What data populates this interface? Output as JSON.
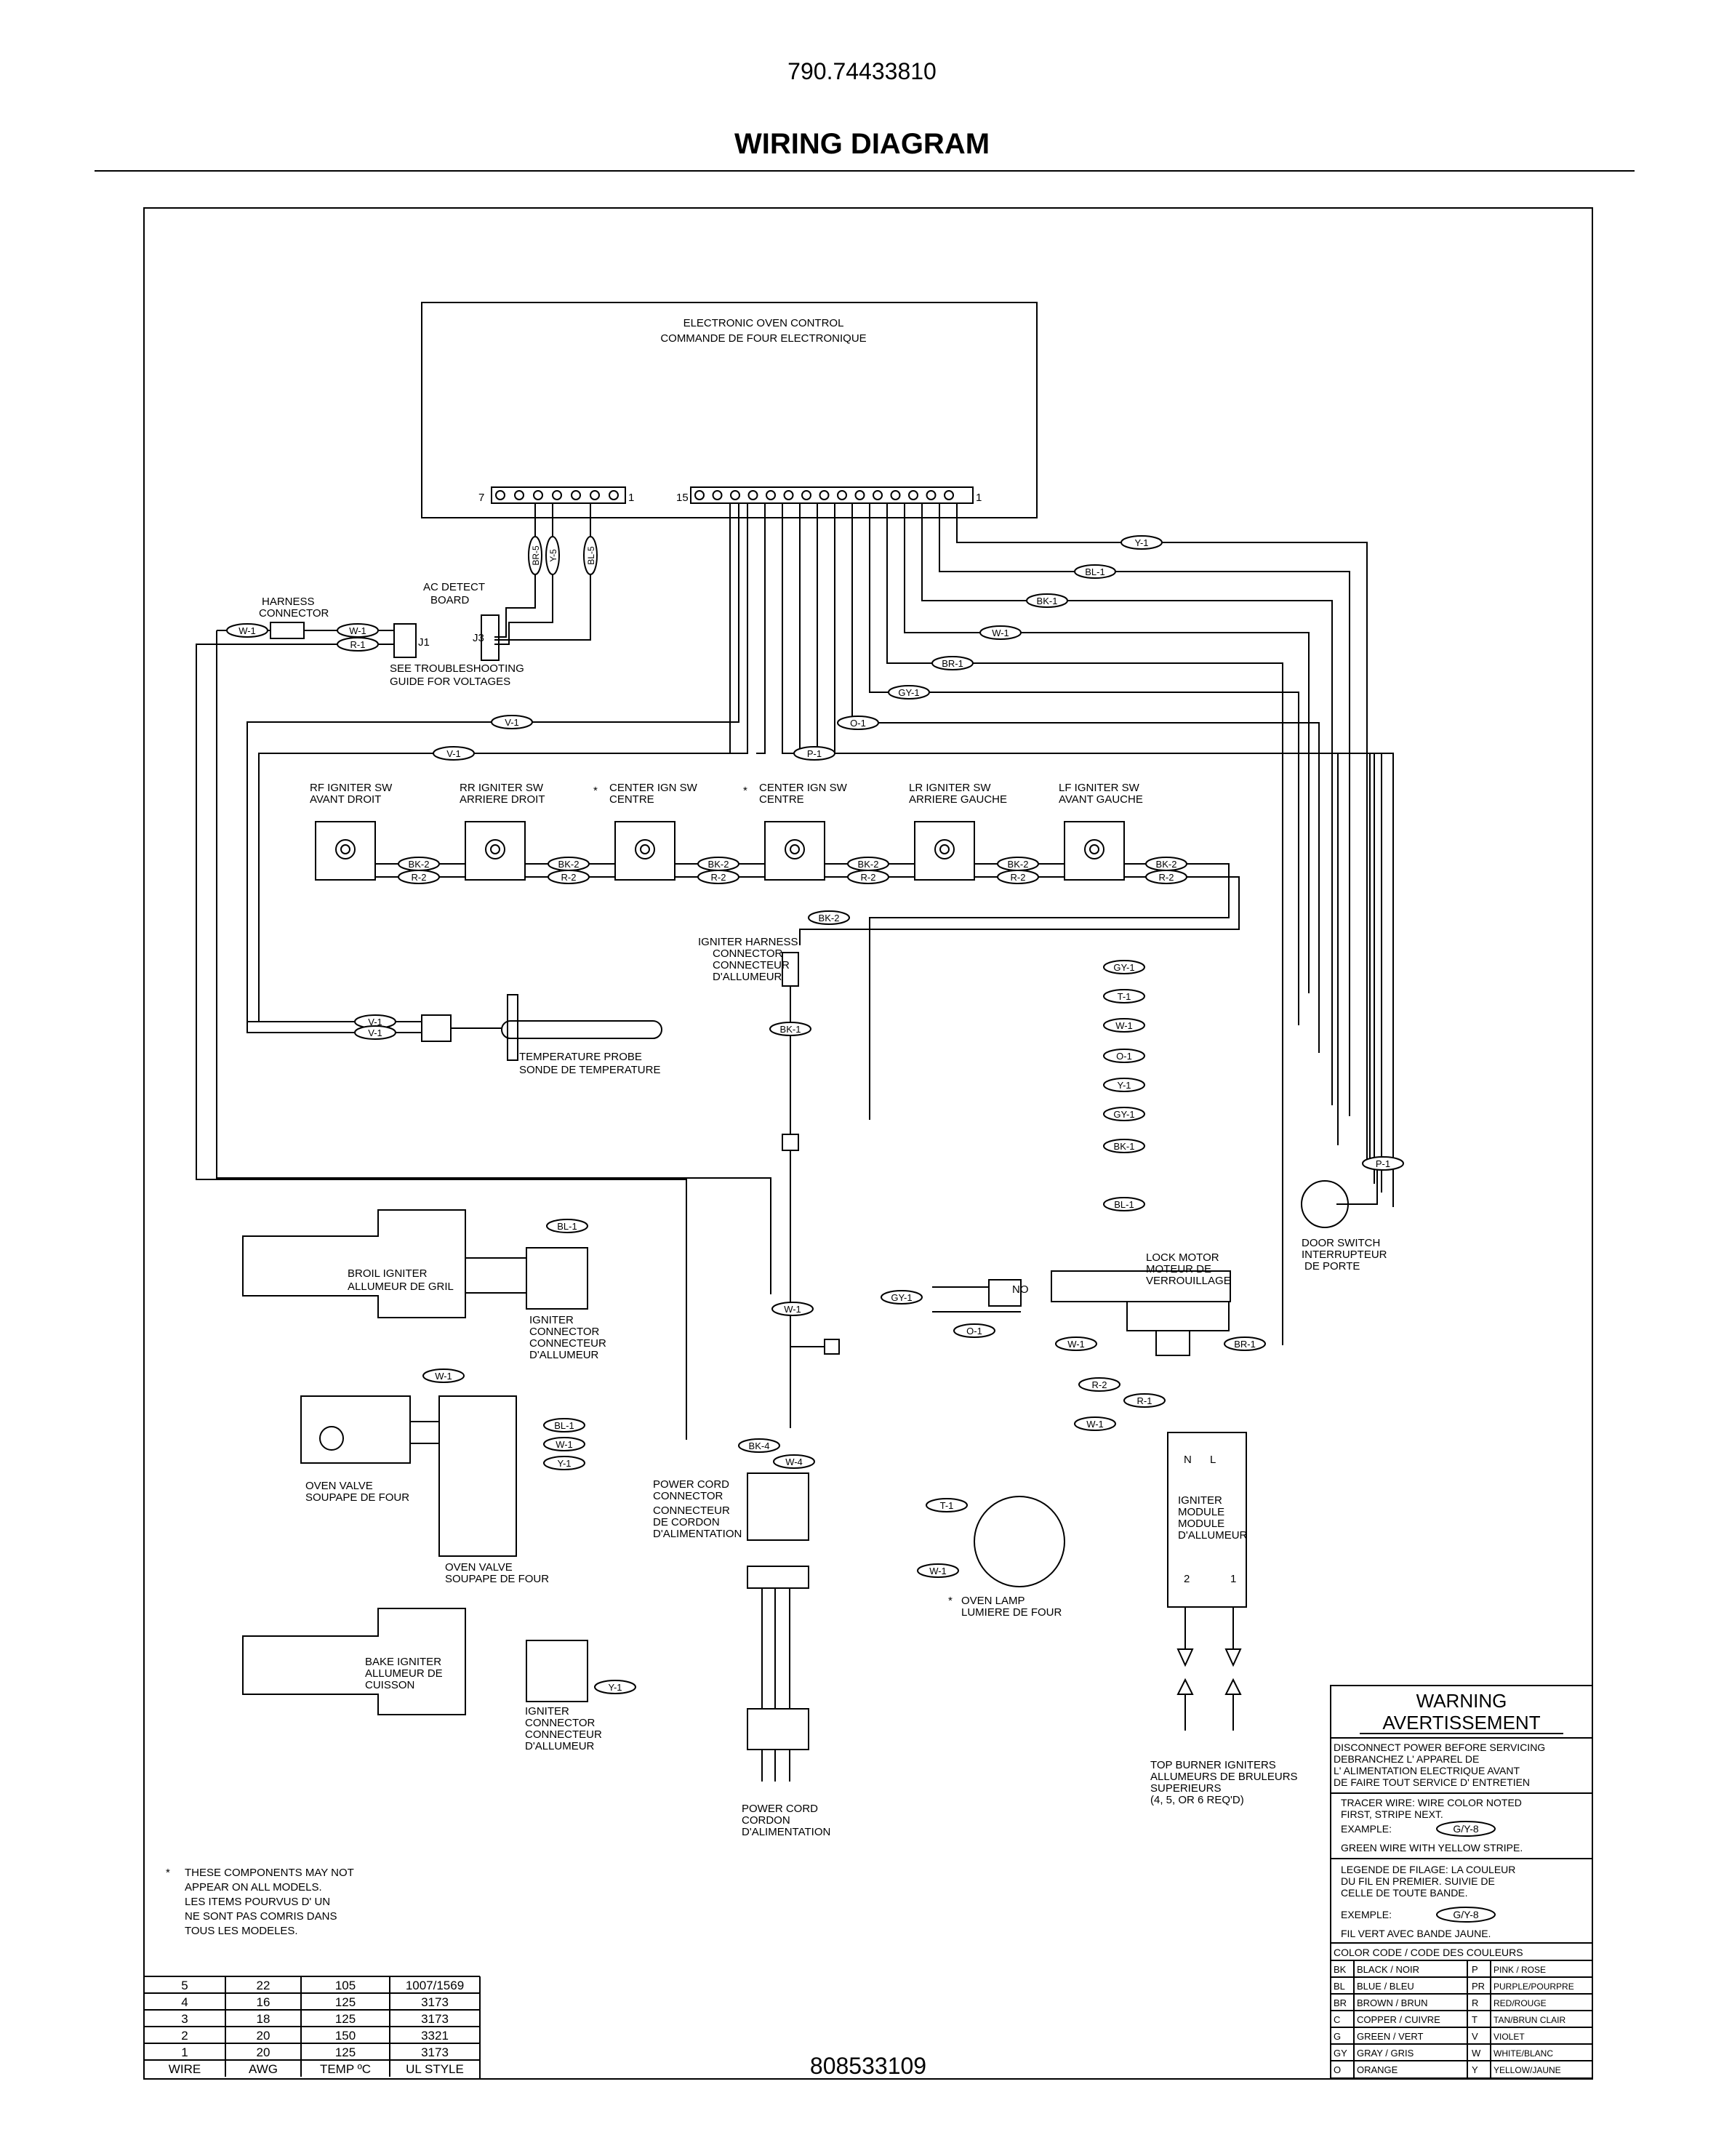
{
  "header": {
    "model_number": "790.74433810",
    "title": "WIRING DIAGRAM"
  },
  "components": {
    "eoc": [
      "ELECTRONIC OVEN CONTROL",
      "COMMANDE DE FOUR ELECTRONIQUE"
    ],
    "eoc_left_pins": [
      "7",
      "1"
    ],
    "eoc_right_pins": [
      "15",
      "1"
    ],
    "harness_connector": [
      "HARNESS",
      "CONNECTOR"
    ],
    "ac_detect": [
      "AC DETECT",
      "BOARD"
    ],
    "j1": "J1",
    "j3": "J3",
    "troubleshoot": [
      "SEE TROUBLESHOOTING",
      "GUIDE FOR VOLTAGES"
    ],
    "switches": [
      {
        "label": [
          "RF IGNITER SW",
          "AVANT DROIT"
        ]
      },
      {
        "label": [
          "RR IGNITER SW",
          "ARRIERE DROIT"
        ]
      },
      {
        "label": [
          "CENTER IGN SW",
          "CENTRE"
        ]
      },
      {
        "label": [
          "CENTER IGN SW",
          "CENTRE"
        ]
      },
      {
        "label": [
          "LR IGNITER SW",
          "ARRIERE GAUCHE"
        ]
      },
      {
        "label": [
          "LF IGNITER SW",
          "AVANT GAUCHE"
        ]
      }
    ],
    "asterisk": "*",
    "igniter_harness": [
      "IGNITER HARNESS",
      "CONNECTOR",
      "CONNECTEUR",
      "D'ALLUMEUR"
    ],
    "temp_probe": [
      "TEMPERATURE PROBE",
      "SONDE DE TEMPERATURE"
    ],
    "door_switch": [
      "DOOR SWITCH",
      "INTERRUPTEUR",
      "DE PORTE"
    ],
    "lock_motor": [
      "LOCK MOTOR",
      "MOTEUR DE",
      "VERROUILLAGE"
    ],
    "no": "NO",
    "broil_igniter": [
      "BROIL IGNITER",
      "ALLUMEUR DE GRIL"
    ],
    "igniter_connector": [
      "IGNITER",
      "CONNECTOR",
      "CONNECTEUR",
      "D'ALLUMEUR"
    ],
    "oven_valve_1": [
      "OVEN VALVE",
      "SOUPAPE DE FOUR"
    ],
    "oven_valve_2": [
      "OVEN VALVE",
      "SOUPAPE DE FOUR"
    ],
    "bake_igniter": [
      "BAKE IGNITER",
      "ALLUMEUR DE",
      "CUISSON"
    ],
    "power_cord_connector": [
      "POWER CORD",
      "CONNECTOR",
      "CONNECTEUR",
      "DE CORDON",
      "D'ALIMENTATION"
    ],
    "power_cord": [
      "POWER CORD",
      "CORDON",
      "D'ALIMENTATION"
    ],
    "oven_lamp": [
      "OVEN LAMP",
      "LUMIERE DE FOUR"
    ],
    "igniter_module": [
      "IGNITER",
      "MODULE",
      "MODULE",
      "D'ALLUMEUR"
    ],
    "module_pins": [
      "N",
      "L",
      "2",
      "1"
    ],
    "top_burner": [
      "TOP BURNER IGNITERS",
      "ALLUMEURS DE BRULEURS",
      "SUPERIEURS",
      "(4, 5, OR 6 REQ'D)"
    ]
  },
  "wires": {
    "y1": "Y-1",
    "bl1": "BL-1",
    "bk1": "BK-1",
    "w1": "W-1",
    "br1": "BR-1",
    "gy1": "GY-1",
    "o1": "O-1",
    "p1": "P-1",
    "v1": "V-1",
    "r1": "R-1",
    "t1": "T-1",
    "bk2": "BK-2",
    "r2": "R-2",
    "bk4": "BK-4",
    "w4": "W-4",
    "br5": "BR-5",
    "y5": "Y-5",
    "bl5": "BL-5"
  },
  "note": {
    "star": "*",
    "lines": [
      "THESE COMPONENTS MAY NOT",
      "APPEAR ON ALL MODELS.",
      "LES ITEMS POURVUS D' UN",
      "NE SONT PAS COMRIS DANS",
      "TOUS LES MODELES."
    ]
  },
  "wire_table": {
    "headers": [
      "WIRE",
      "AWG",
      "TEMP ºC",
      "UL STYLE"
    ],
    "rows": [
      [
        "5",
        "22",
        "105",
        "1007/1569"
      ],
      [
        "4",
        "16",
        "125",
        "3173"
      ],
      [
        "3",
        "18",
        "125",
        "3173"
      ],
      [
        "2",
        "20",
        "150",
        "3321"
      ],
      [
        "1",
        "20",
        "125",
        "3173"
      ]
    ]
  },
  "part_number": "808533109",
  "warning": {
    "title": [
      "WARNING",
      "AVERTISSEMENT"
    ],
    "disconnect": [
      "DISCONNECT POWER BEFORE SERVICING",
      "DEBRANCHEZ  L' APPAREL DE",
      "L' ALIMENTATION  ELECTRIQUE  AVANT",
      "DE  FAIRE  TOUT  SERVICE  D' ENTRETIEN"
    ],
    "tracer": [
      "TRACER WIRE:  WIRE COLOR NOTED",
      "FIRST, STRIPE NEXT."
    ],
    "example_label": "EXAMPLE:",
    "example_code": "G/Y-8",
    "example_desc": "GREEN WIRE WITH YELLOW STRIPE.",
    "legende": [
      "LEGENDE DE FILAGE:  LA COULEUR",
      "DU FIL  EN  PREMIER.  SUIVIE  DE",
      "CELLE  DE  TOUTE  BANDE."
    ],
    "exemple_label": "EXEMPLE:",
    "exemple_code": "G/Y-8",
    "exemple_desc": "FIL  VERT  AVEC  BANDE  JAUNE.",
    "color_code_title": "COLOR CODE / CODE  DES  COULEURS",
    "colors": [
      [
        "BK",
        "BLACK / NOIR",
        "P",
        "PINK / ROSE"
      ],
      [
        "BL",
        "BLUE / BLEU",
        "PR",
        "PURPLE/POURPRE"
      ],
      [
        "BR",
        "BROWN / BRUN",
        "R",
        "RED/ROUGE"
      ],
      [
        "C",
        "COPPER / CUIVRE",
        "T",
        "TAN/BRUN CLAIR"
      ],
      [
        "G",
        "GREEN / VERT",
        "V",
        "VIOLET"
      ],
      [
        "GY",
        "GRAY / GRIS",
        "W",
        "WHITE/BLANC"
      ],
      [
        "O",
        "ORANGE",
        "Y",
        "YELLOW/JAUNE"
      ]
    ]
  }
}
